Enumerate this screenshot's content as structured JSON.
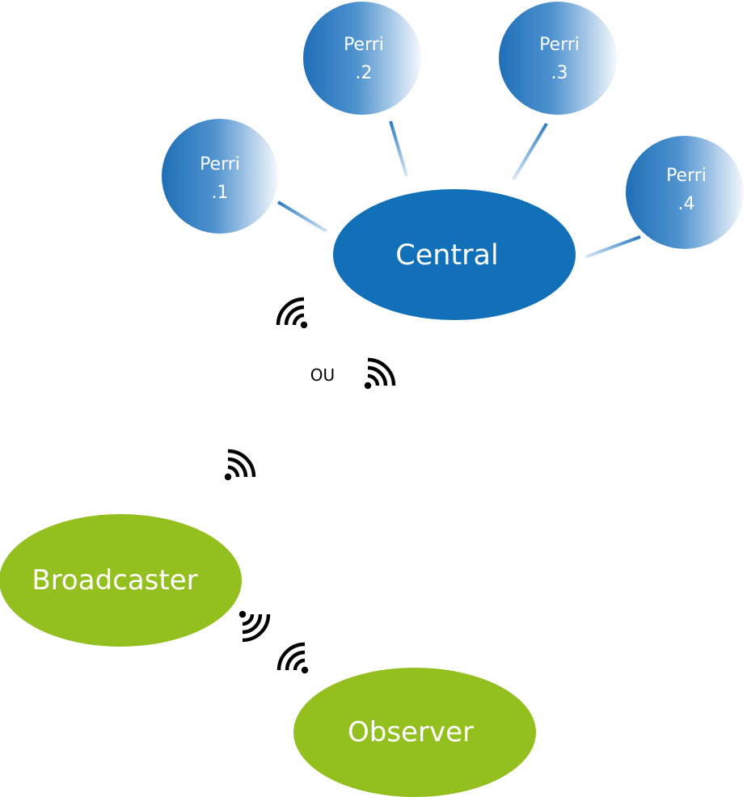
{
  "diagram": {
    "central": {
      "label": "Central",
      "color": "#1170b8"
    },
    "peripherals": [
      {
        "line1": "Perri",
        "line2": ".1"
      },
      {
        "line1": "Perri",
        "line2": ".2"
      },
      {
        "line1": "Perri",
        "line2": ".3"
      },
      {
        "line1": "Perri",
        "line2": ".4"
      }
    ],
    "peripheral_gradient": {
      "dark": "#1f6fb7",
      "light": "#ffffff"
    },
    "connector_color": "#2a7cc4",
    "or_label": "OU",
    "broadcaster": {
      "label": "Broadcaster",
      "color": "#93bf1f"
    },
    "observer": {
      "label": "Observer",
      "color": "#93bf1f"
    },
    "signal_icons": [
      {
        "name": "wifi-signal-icon",
        "direction": "left"
      },
      {
        "name": "wifi-signal-icon",
        "direction": "right"
      },
      {
        "name": "wifi-signal-icon",
        "direction": "right"
      },
      {
        "name": "wifi-signal-icon",
        "direction": "right"
      },
      {
        "name": "wifi-signal-icon",
        "direction": "up"
      }
    ]
  }
}
